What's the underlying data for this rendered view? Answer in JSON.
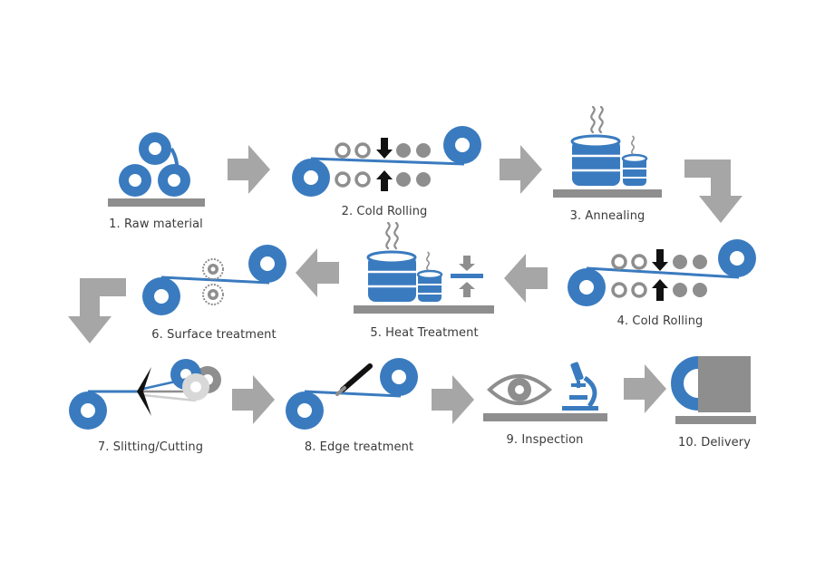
{
  "colors": {
    "blue": "#3a7bbf",
    "gray": "#8e8e8e",
    "light_gray": "#a6a6a6",
    "black": "#111111",
    "white": "#ffffff"
  },
  "steps": [
    {
      "label": "1. Raw material",
      "icon": "coil-stack-icon"
    },
    {
      "label": "2. Cold Rolling",
      "icon": "rolling-mill-icon"
    },
    {
      "label": "3. Annealing",
      "icon": "annealing-furnace-icon"
    },
    {
      "label": "4. Cold Rolling",
      "icon": "rolling-mill-icon"
    },
    {
      "label": "5. Heat Treatment",
      "icon": "heat-treatment-icon"
    },
    {
      "label": "6. Surface treatment",
      "icon": "surface-treatment-icon"
    },
    {
      "label": "7. Slitting/Cutting",
      "icon": "slitting-icon"
    },
    {
      "label": "8. Edge treatment",
      "icon": "edge-treatment-icon"
    },
    {
      "label": "9. Inspection",
      "icon": "inspection-icon"
    },
    {
      "label": "10. Delivery",
      "icon": "delivery-icon"
    }
  ]
}
